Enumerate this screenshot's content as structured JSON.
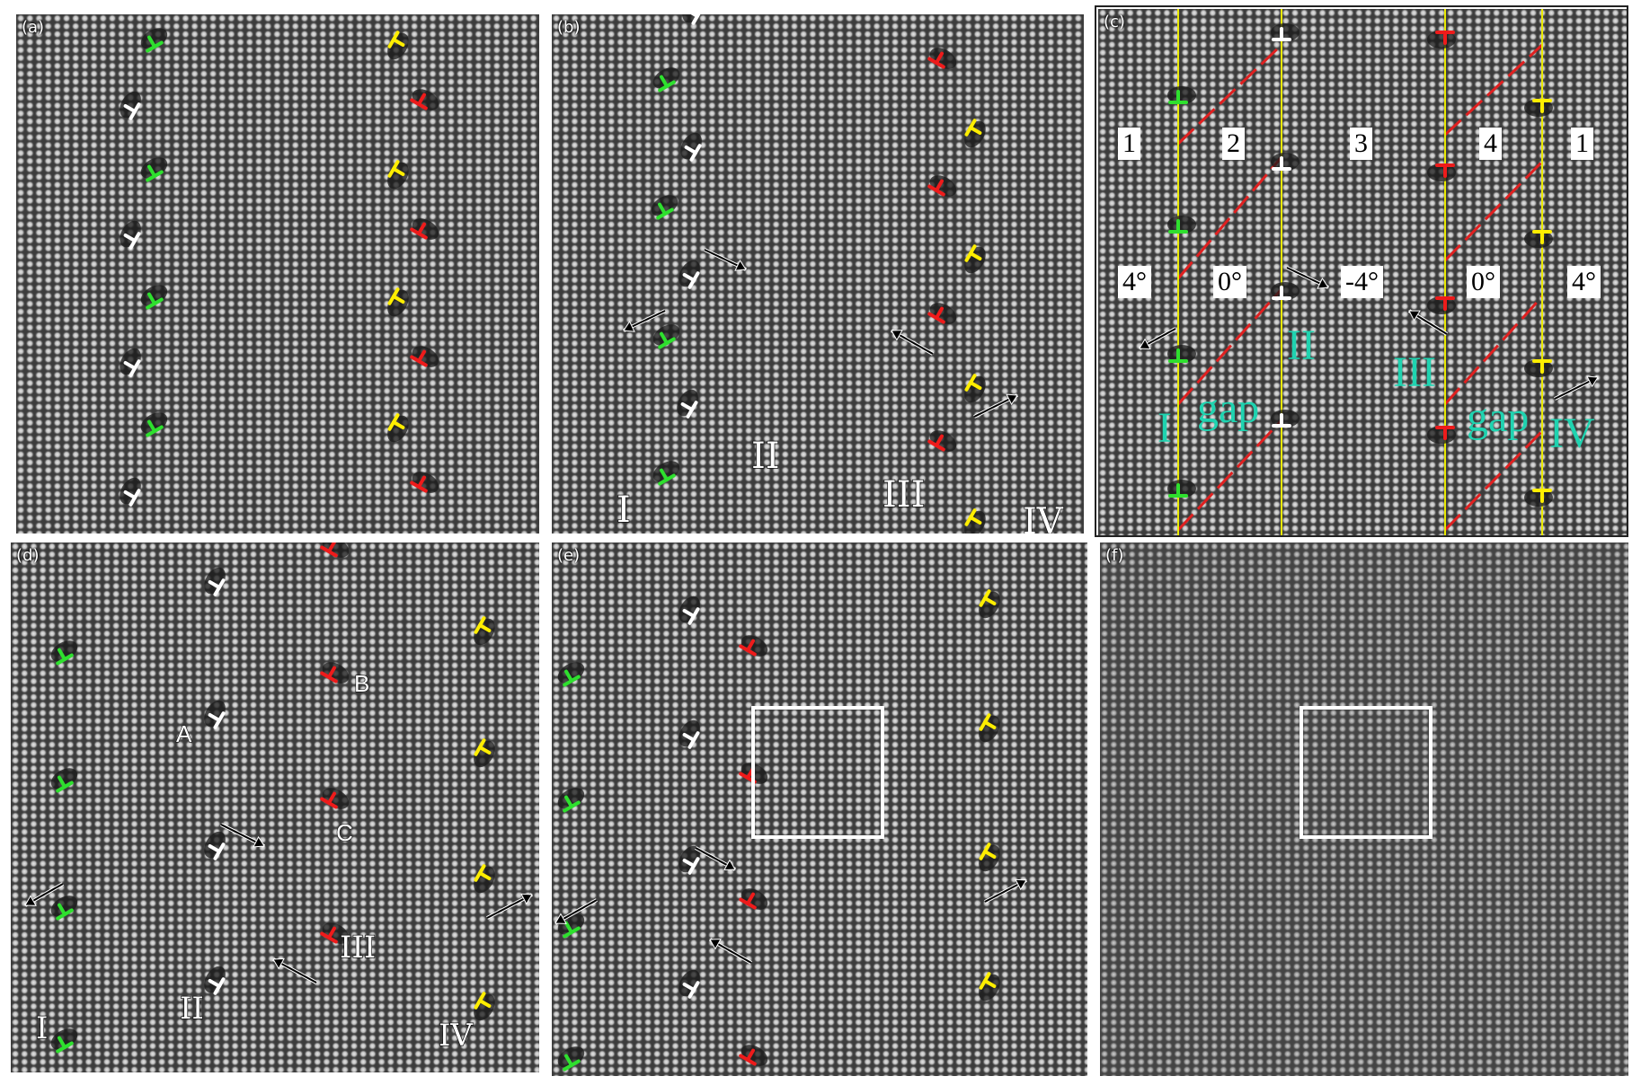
{
  "panels": {
    "a": {
      "label": "(a)"
    },
    "b": {
      "label": "(b)",
      "annotations": [
        "I",
        "II",
        "III",
        "IV"
      ]
    },
    "c": {
      "label": "(c)",
      "grain_numbers": [
        "1",
        "2",
        "3",
        "4",
        "1"
      ],
      "angles": [
        "4°",
        "0°",
        "-4°",
        "0°",
        "4°"
      ],
      "boundaries": [
        "I",
        "II",
        "III",
        "IV"
      ],
      "gap_labels": [
        "gap",
        "gap"
      ]
    },
    "d": {
      "label": "(d)",
      "annotations": [
        "I",
        "II",
        "III",
        "IV"
      ],
      "dislocations": [
        "A",
        "B",
        "C"
      ]
    },
    "e": {
      "label": "(e)"
    },
    "f": {
      "label": "(f)"
    }
  },
  "colors": {
    "green": "#2ee02e",
    "white": "#ffffff",
    "yellow": "#ffee00",
    "red": "#ee1b1b",
    "teal": "#1fd3b0",
    "guide_line": "#e8e800",
    "dashed": "#e02020"
  },
  "icons": [
    "dislocation-symbol",
    "arrow"
  ]
}
